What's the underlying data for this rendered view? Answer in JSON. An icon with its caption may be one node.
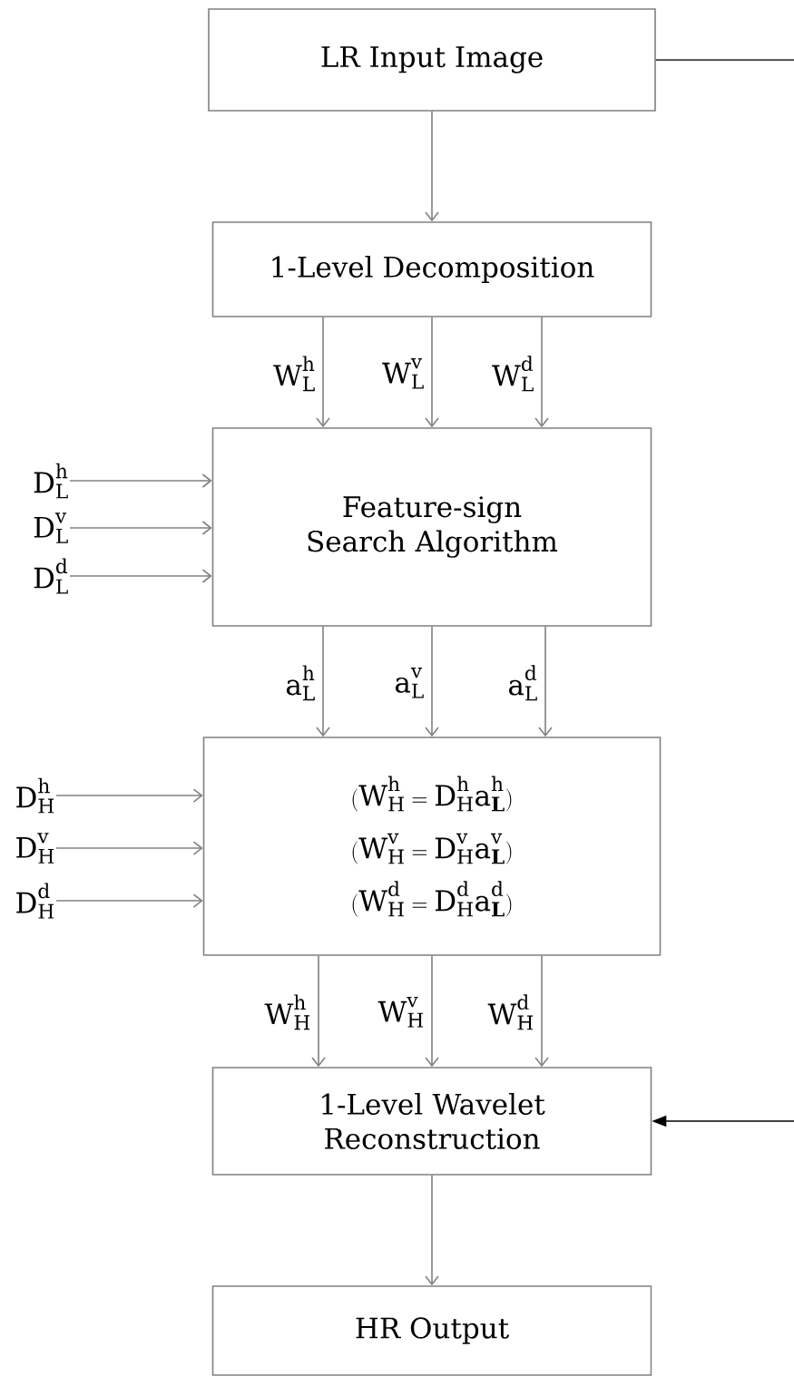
{
  "diagram": {
    "nodes": [
      {
        "text": [
          "LR Input Image"
        ]
      },
      {
        "text": [
          "1-Level Decomposition"
        ]
      },
      {
        "text": [
          "Feature-sign Search Algorithm"
        ]
      },
      {
        "text": [
          "(\\mathrm{W}_{\\mathrm{H}}^{\\mathrm{h}} = \\mathrm{D}_{\\mathrm{H}}^{\\mathrm{h}}\\mathrm{a}_{\\mathbf{L}}^{\\mathrm{h}})",
          "(\\mathrm{W}_{\\mathrm{H}}^{\\mathrm{v}} = \\mathrm{D}_{\\mathrm{H}}^{\\mathrm{v}}\\mathrm{a}_{\\mathbf{L}}^{\\mathrm{v}})",
          "(\\mathrm{W}_{\\mathrm{H}}^{\\mathrm{d}} = \\mathrm{D}_{\\mathrm{H}}^{\\mathrm{d}}\\mathrm{a}_{\\mathbf{L}}^{\\mathrm{d}})"
        ]
      },
      {
        "text": [
          "1-Level Wavelet Reconstruction"
        ]
      },
      {
        "text": [
          "HR Output"
        ]
      },
      {
        "text": [
          "\\mathrm{D}_{\\mathrm{L}}^{\\mathrm{h}}"
        ]
      },
      {
        "text": [
          "\\mathrm{D}_{\\mathrm{L}}^{\\mathrm{v}}"
        ]
      },
      {
        "text": [
          "\\mathrm{D}_{\\mathrm{L}}^{\\mathrm{d}}"
        ]
      },
      {
        "text": [
          "\\mathrm{D}_{\\mathrm{H}}^{\\mathrm{h}}"
        ]
      },
      {
        "text": [
          "\\mathrm{D}_{\\mathrm{H}}^{\\mathrm{v}}"
        ]
      },
      {
        "text": [
          "\\mathrm{D}_{\\mathrm{H}}^{\\mathrm{d}}"
        ]
      }
    ],
    "edges": [
      {
        "from": 0,
        "to": 1,
        "arrow": "to"
      },
      {
        "from": 1,
        "to": 2,
        "arrow": "to",
        "label": "\\mathrm{W}_{\\mathrm{L}}^{\\mathrm{h}}"
      },
      {
        "from": 1,
        "to": 2,
        "arrow": "to",
        "label": "\\mathrm{W}_{\\mathrm{L}}^{\\mathrm{v}}"
      },
      {
        "from": 1,
        "to": 2,
        "arrow": "to",
        "label": "\\mathrm{W}_{\\mathrm{L}}^{\\mathrm{d}}"
      },
      {
        "from": 6,
        "to": 2,
        "arrow": "to"
      },
      {
        "from": 7,
        "to": 2,
        "arrow": "to"
      },
      {
        "from": 8,
        "to": 2,
        "arrow": "to"
      },
      {
        "from": 2,
        "to": 3,
        "arrow": "to",
        "label": "\\mathrm{a}_{\\mathrm{L}}^{\\mathrm{h}}"
      },
      {
        "from": 2,
        "to": 3,
        "arrow": "to",
        "label": "\\mathrm{a}_{\\mathrm{L}}^{\\mathrm{v}}"
      },
      {
        "from": 2,
        "to": 3,
        "arrow": "to",
        "label": "\\mathrm{a}_{\\mathrm{L}}^{\\mathrm{d}}"
      },
      {
        "from": 9,
        "to": 3,
        "arrow": "to"
      },
      {
        "from": 10,
        "to": 3,
        "arrow": "to"
      },
      {
        "from": 11,
        "to": 3,
        "arrow": "to"
      },
      {
        "from": 3,
        "to": 4,
        "arrow": "to",
        "label": "\\mathrm{W}_{\\mathrm{H}}^{\\mathrm{h}}"
      },
      {
        "from": 3,
        "to": 4,
        "arrow": "to",
        "label": "\\mathrm{W}_{\\mathrm{H}}^{\\mathrm{v}}"
      },
      {
        "from": 3,
        "to": 4,
        "arrow": "to",
        "label": "\\mathrm{W}_{\\mathrm{H}}^{\\mathrm{d}}"
      },
      {
        "from": 4,
        "to": 5,
        "arrow": "to"
      },
      {
        "from": 0,
        "to": 4,
        "arrow": "to",
        "color": "#000000"
      }
    ]
  }
}
